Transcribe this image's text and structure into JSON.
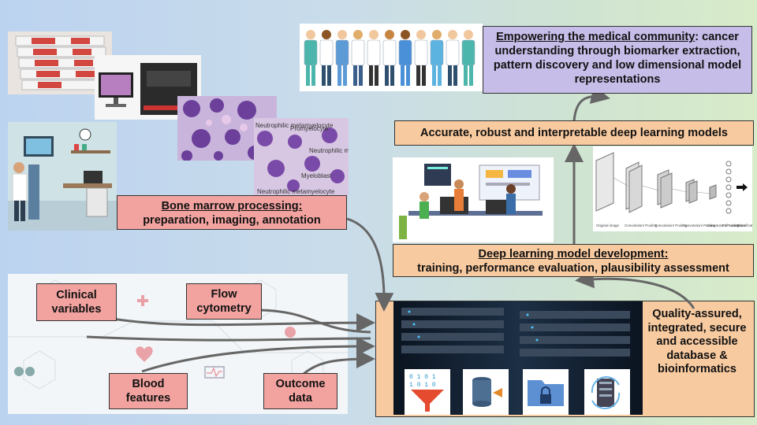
{
  "boxes": {
    "empower_title": "Empowering the medical community",
    "empower_rest": ": cancer understanding through biomarker extraction, pattern discovery and low dimensional model representations",
    "accurate": "Accurate, robust and interpretable deep learning models",
    "dl_title": "Deep learning model development:",
    "dl_sub": "training, performance evaluation, plausibility assessment",
    "bm_title": "Bone marrow processing:",
    "bm_sub": "preparation, imaging, annotation",
    "quality": "Quality-assured, integrated, secure and accessible database & bioinformatics",
    "clinical": "Clinical variables",
    "flow": "Flow cytometry",
    "blood": "Blood features",
    "outcome": "Outcome data"
  },
  "micro_labels": [
    "Neutrophilic metamyelocyte",
    "Promyelocyte",
    "Neutrophilic myelocyte",
    "Myeloblast",
    "Neutrophilic metamyelocyte"
  ],
  "cnn_labels": [
    "Original image",
    "Convolution/ Pooling",
    "Convolution/ Pooling",
    "Convolution/ Pooling",
    "Convolution/ Pooling",
    "Full connection",
    "Classification"
  ],
  "colors": {
    "pink": "#f2a3a0",
    "peach": "#f8caa0",
    "lavender": "#c6bde8",
    "arrow": "#666666"
  }
}
